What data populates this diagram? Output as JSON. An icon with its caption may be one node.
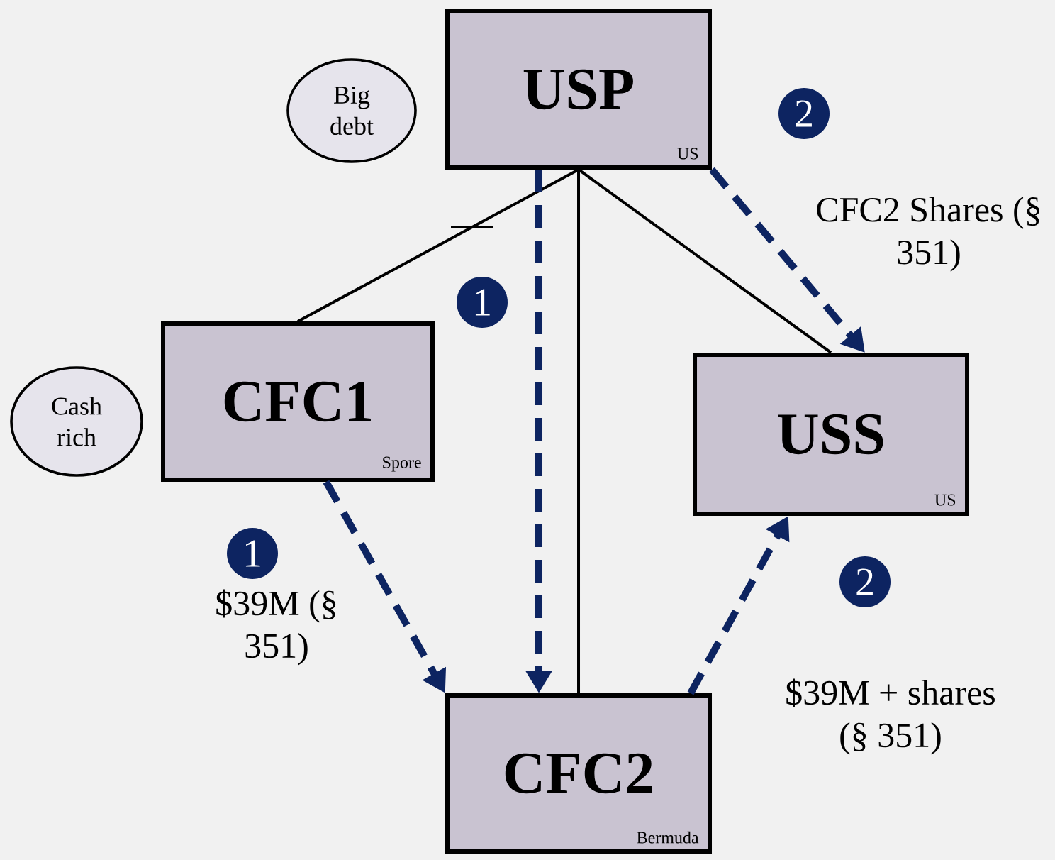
{
  "diagram": {
    "nodes": [
      {
        "text": [
          "Big debt"
        ]
      },
      {
        "text": [
          "USP",
          "US"
        ]
      },
      {
        "text": [
          "2"
        ]
      },
      {
        "text": [
          "1"
        ]
      },
      {
        "text": [
          "CFC1",
          "Spore"
        ]
      },
      {
        "text": [
          "USS",
          "US"
        ]
      },
      {
        "text": [
          "Cash rich"
        ]
      },
      {
        "text": [
          "1"
        ]
      },
      {
        "text": [
          "2"
        ]
      },
      {
        "text": [
          "CFC2",
          "Bermuda"
        ]
      }
    ],
    "edges": [
      {
        "from": 1,
        "to": 4,
        "arrow": "none",
        "color": "#000000"
      },
      {
        "from": 1,
        "to": 9,
        "arrow": "none",
        "color": "#000000"
      },
      {
        "from": 1,
        "to": 5,
        "arrow": "none",
        "color": "#000000"
      },
      {
        "from": 4,
        "to": 9,
        "arrow": "to",
        "style": "dashed",
        "color": "#0d2461",
        "label": "$39M (§ 351)"
      },
      {
        "from": 1,
        "to": 9,
        "arrow": "to",
        "style": "dashed",
        "color": "#0d2461"
      },
      {
        "from": 1,
        "to": 5,
        "arrow": "to",
        "style": "dashed",
        "color": "#0d2461",
        "label": "CFC2 Shares (§ 351)"
      },
      {
        "from": 9,
        "to": 5,
        "arrow": "to",
        "style": "dashed",
        "color": "#0d2461",
        "label": "$39M + shares (§ 351)"
      }
    ]
  }
}
